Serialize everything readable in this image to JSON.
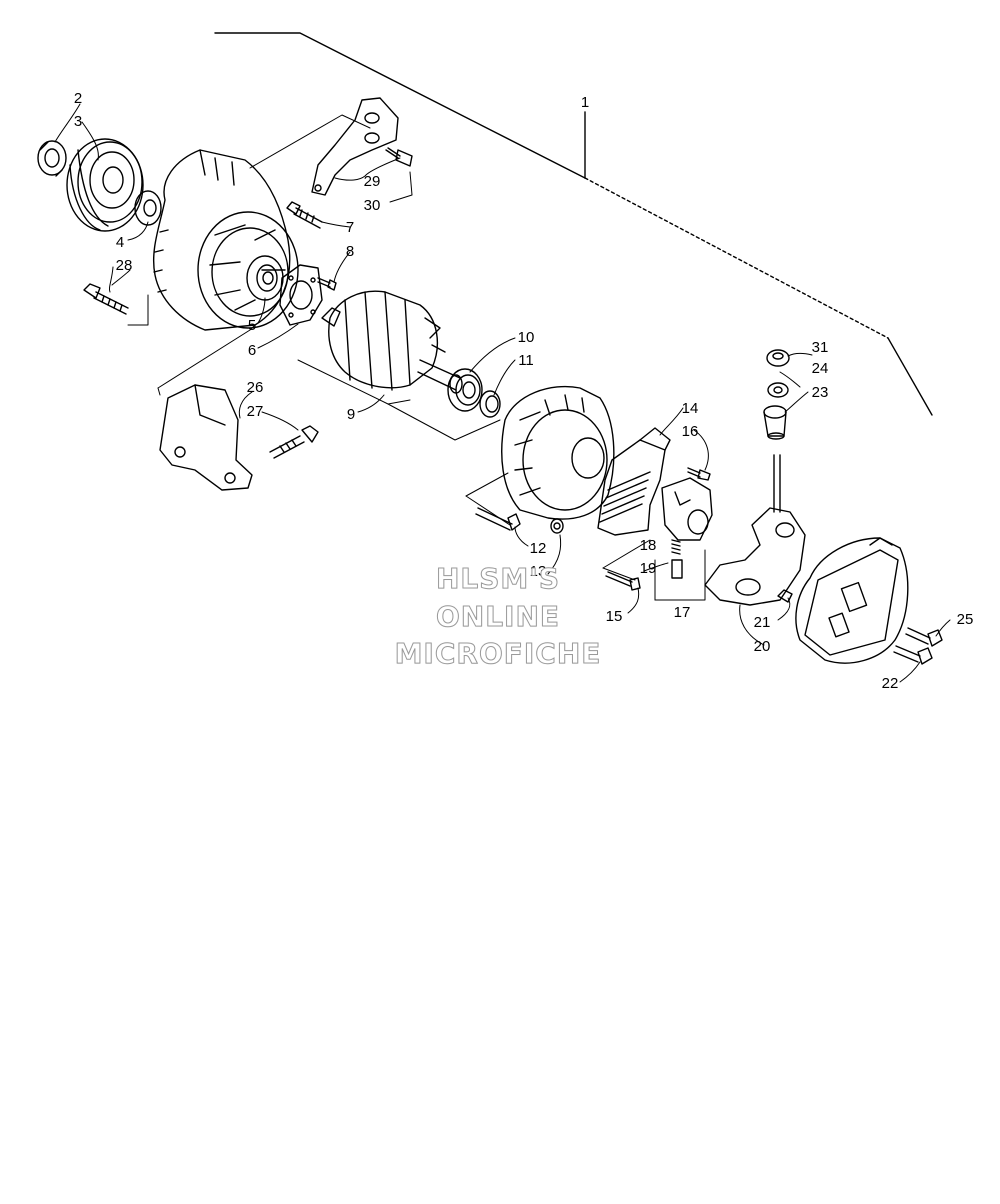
{
  "diagram": {
    "callouts": [
      "1",
      "2",
      "3",
      "4",
      "5",
      "6",
      "7",
      "8",
      "9",
      "10",
      "11",
      "12",
      "13",
      "14",
      "15",
      "16",
      "17",
      "18",
      "19",
      "20",
      "21",
      "22",
      "23",
      "24",
      "25",
      "26",
      "27",
      "28",
      "29",
      "30",
      "31"
    ]
  },
  "watermark": {
    "line1": "HLSM'S",
    "line2": "ONLINE",
    "line3": "MICROFICHE"
  },
  "colors": {
    "ink": "#000000",
    "watermark_outline": "#9a9a9a"
  }
}
